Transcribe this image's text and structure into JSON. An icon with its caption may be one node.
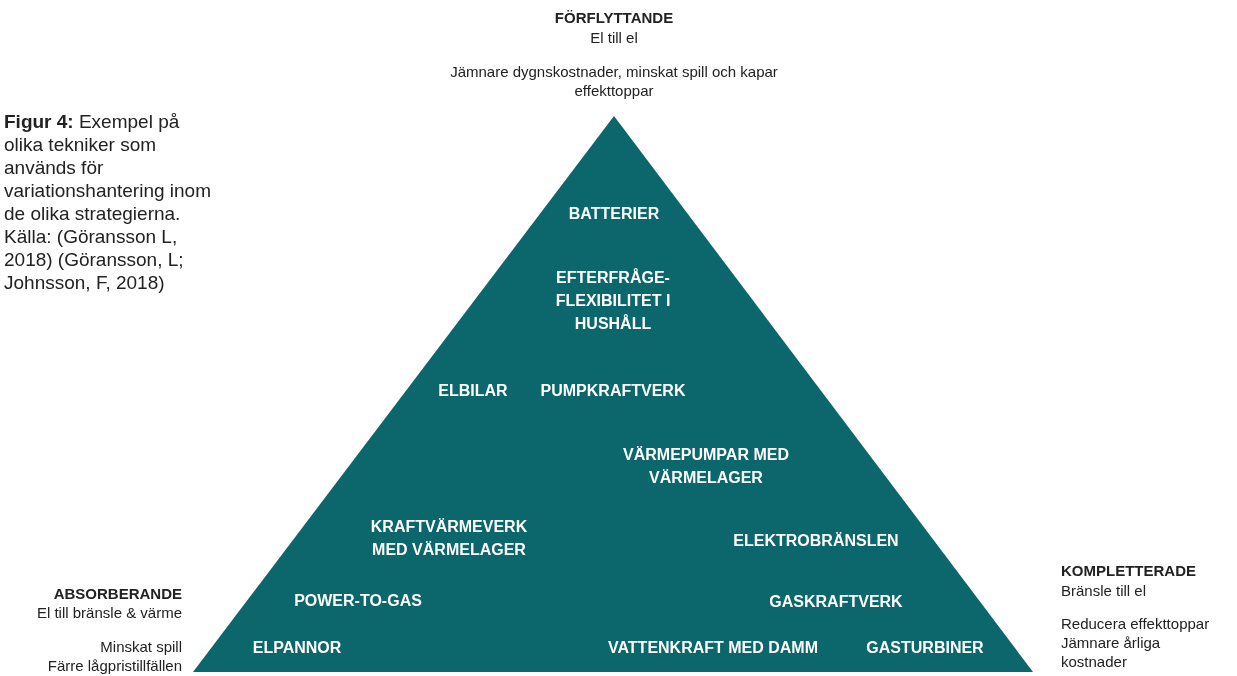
{
  "diagram": {
    "caption": "**Figur 4:** Exempel på olika tekniker som används för variationshantering inom de olika strategierna. Källa: (Göransson L, 2018) (Göransson, L; Johnsson, F, 2018)",
    "nodes": [
      {
        "text": [
          "BATTERIER",
          "EFTERFRÅGE- FLEXIBILITET I HUSHÅLL",
          "ELBILAR",
          "PUMPKRAFTVERK",
          "VÄRMEPUMPAR MED VÄRMELAGER",
          "KRAFTVÄRMEVERK MED VÄRMELAGER",
          "ELEKTROBRÄNSLEN",
          "POWER-TO-GAS",
          "GASKRAFTVERK",
          "ELPANNOR",
          "VATTENKRAFT MED DAMM",
          "GASTURBINER"
        ]
      }
    ],
    "labels": [
      "FÖRFLYTTANDE",
      "El till el",
      "Jämnare dygnskostnader, minskat spill och kapar effekttoppar",
      "ABSORBERANDE",
      "El till bränsle & värme",
      "Minskat spill",
      "Färre lågpristillfällen",
      "KOMPLETTERADE",
      "Bränsle till el",
      "Reducera effekttoppar",
      "Jämnare årliga kostnader"
    ]
  }
}
